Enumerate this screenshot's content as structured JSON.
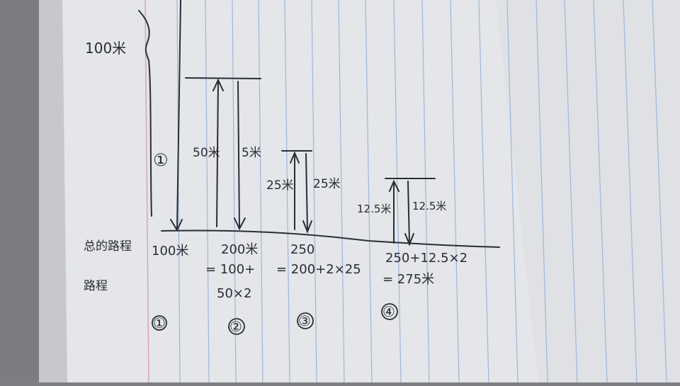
{
  "top_label": "100米",
  "left_label": {
    "line1": "总的路程",
    "line2": "路程"
  },
  "circled_big_1": "①",
  "arrow_labels": {
    "a50_left": "50米",
    "a50_right": "5米",
    "a25_left": "25米",
    "a25_right": "25米",
    "a12_left": "12.5米",
    "a12_right": "12.5米"
  },
  "totals": [
    {
      "line1": "100米"
    },
    {
      "line1": "200米",
      "line2": "= 100+",
      "line3": "50×2"
    },
    {
      "line1": "250",
      "line2": "= 200+2×25"
    },
    {
      "line1": "250+12.5×2",
      "line2": "= 275米"
    }
  ],
  "circled": [
    "①",
    "②",
    "③",
    "④"
  ]
}
